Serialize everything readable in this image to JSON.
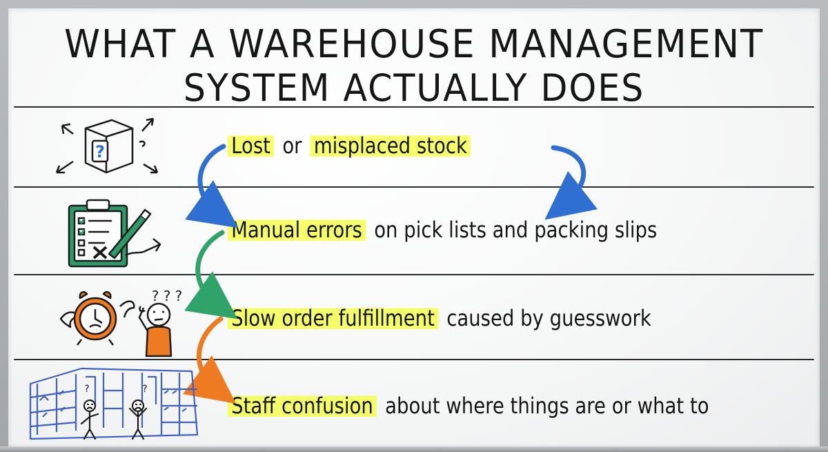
{
  "title": {
    "line1": "WHAT A WAREHOUSE MANAGEMENT",
    "line2": "SYSTEM ACTUALLY DOES"
  },
  "rows": [
    {
      "icon": "box-question-icon",
      "segments": [
        {
          "text": "Lost",
          "highlight": true
        },
        {
          "text": "or",
          "highlight": false
        },
        {
          "text": "misplaced stock",
          "highlight": true
        }
      ]
    },
    {
      "icon": "clipboard-checklist-icon",
      "segments": [
        {
          "text": "Manual errors",
          "highlight": true
        },
        {
          "text": "on pick lists and packing slips",
          "highlight": false
        }
      ]
    },
    {
      "icon": "flying-clock-confused-person-icon",
      "segments": [
        {
          "text": "Slow order fulfillment",
          "highlight": true
        },
        {
          "text": "caused by guesswork",
          "highlight": false
        }
      ]
    },
    {
      "icon": "warehouse-maze-icon",
      "segments": [
        {
          "text": "Staff confusion",
          "highlight": true
        },
        {
          "text": "about where things are or what to",
          "highlight": false
        }
      ]
    }
  ],
  "icon_glyphs": {
    "question": "?",
    "multi_question": "? ? ?"
  },
  "colors": {
    "highlight": "#f4ff50",
    "arrow_blue": "#2f6fd1",
    "arrow_green": "#2fa36a",
    "arrow_orange": "#ee7a22",
    "ink": "#141414",
    "clipboard_green": "#2e9a6a",
    "shelf_blue": "#3c5fc9"
  }
}
